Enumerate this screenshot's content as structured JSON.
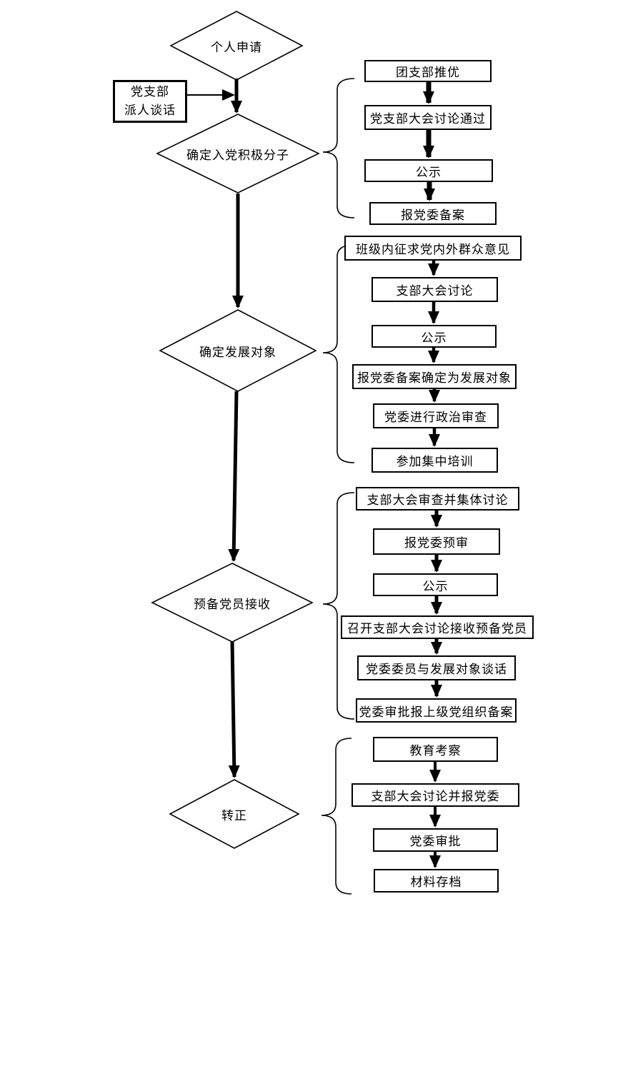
{
  "diagram": {
    "colors": {
      "line": "#000000",
      "background": "#ffffff"
    },
    "stages": [
      {
        "label": "个人申请"
      },
      {
        "label": "确定入党积极分子"
      },
      {
        "label": "确定发展对象"
      },
      {
        "label": "预备党员接收"
      },
      {
        "label": "转正"
      }
    ],
    "side_box": {
      "label": "党支部\n派人谈话"
    },
    "groups": [
      {
        "steps": [
          "团支部推优",
          "党支部大会讨论通过",
          "公示",
          "报党委备案"
        ]
      },
      {
        "steps": [
          "班级内征求党内外群众意见",
          "支部大会讨论",
          "公示",
          "报党委备案确定为发展对象",
          "党委进行政治审查",
          "参加集中培训"
        ]
      },
      {
        "steps": [
          "支部大会审查并集体讨论",
          "报党委预审",
          "公示",
          "召开支部大会讨论接收预备党员",
          "党委委员与发展对象谈话",
          "党委审批报上级党组织备案"
        ]
      },
      {
        "steps": [
          "教育考察",
          "支部大会讨论并报党委",
          "党委审批",
          "材料存档"
        ]
      }
    ]
  }
}
